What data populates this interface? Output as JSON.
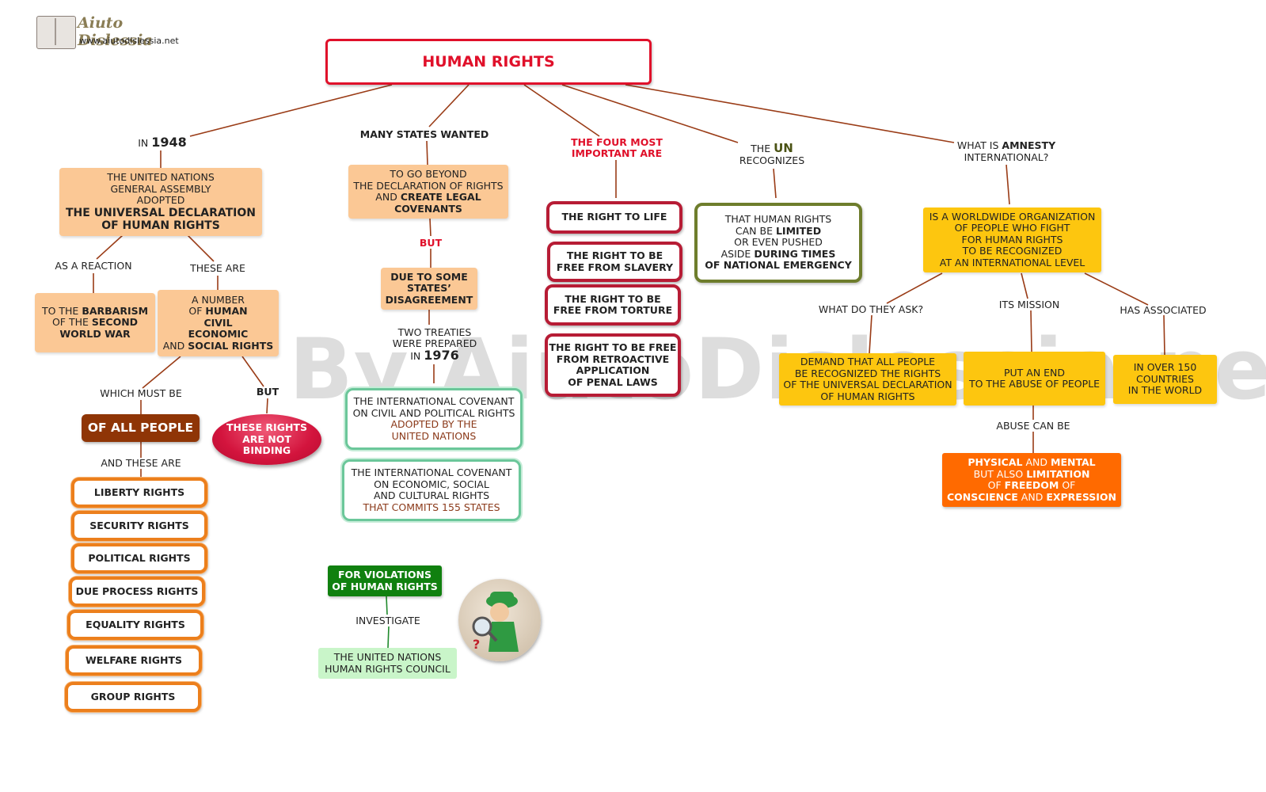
{
  "logo": {
    "title": "Aiuto Dislessia",
    "url": "www.aiutodislessia.net"
  },
  "watermark": "By AiutoDislessia.net",
  "title": "HUMAN RIGHTS",
  "branch1948": {
    "label_pre": "IN",
    "label_year": "1948",
    "box_l1": "THE UNITED NATIONS",
    "box_l2": "GENERAL ASSEMBLY",
    "box_l3": "ADOPTED",
    "box_b1": "THE UNIVERSAL DECLARATION",
    "box_b2": "OF HUMAN RIGHTS",
    "reaction_label": "AS A REACTION",
    "reaction_box": {
      "a": "TO THE",
      "b": "BARBARISM",
      "c": "OF THE",
      "d": "SECOND",
      "e": "WORLD WAR"
    },
    "these_are": "THESE ARE",
    "number_box": {
      "a": "A NUMBER",
      "b": "OF",
      "c": "HUMAN",
      "d": "CIVIL",
      "e": "ECONOMIC",
      "f": "AND",
      "g": "SOCIAL RIGHTS"
    },
    "which_must_be": "WHICH MUST BE",
    "but": "BUT",
    "of_all_people": "OF ALL PEOPLE",
    "not_binding": {
      "l1": "THESE RIGHTS",
      "l2": "ARE NOT",
      "l3": "BINDING"
    },
    "and_these_are": "AND THESE ARE",
    "rights": [
      "LIBERTY RIGHTS",
      "SECURITY RIGHTS",
      "POLITICAL RIGHTS",
      "DUE PROCESS RIGHTS",
      "EQUALITY RIGHTS",
      "WELFARE RIGHTS",
      "GROUP RIGHTS"
    ]
  },
  "states": {
    "label": "MANY STATES WANTED",
    "box": {
      "l1": "TO GO BEYOND",
      "l2": "THE DECLARATION OF RIGHTS",
      "l3a": "AND",
      "l3b": "CREATE LEGAL",
      "l4": "COVENANTS"
    },
    "but": "BUT",
    "disagreement": {
      "l1": "DUE TO SOME",
      "l2": "STATES’",
      "l3": "DISAGREEMENT"
    },
    "treaties": {
      "l1": "TWO TREATIES",
      "l2": "WERE PREPARED",
      "l3a": "IN",
      "l3b": "1976"
    },
    "covenant1": {
      "l1": "THE INTERNATIONAL COVENANT",
      "l2": "ON CIVIL AND POLITICAL RIGHTS",
      "l3": "ADOPTED BY THE",
      "l4": "UNITED NATIONS"
    },
    "covenant2": {
      "l1": "THE INTERNATIONAL COVENANT",
      "l2": "ON ECONOMIC, SOCIAL",
      "l3": "AND CULTURAL RIGHTS",
      "l4": "THAT COMMITS 155 STATES"
    },
    "violations": {
      "l1": "FOR VIOLATIONS",
      "l2": "OF HUMAN RIGHTS"
    },
    "investigate": "INVESTIGATE",
    "council": {
      "l1": "THE UNITED NATIONS",
      "l2": "HUMAN RIGHTS COUNCIL"
    }
  },
  "four": {
    "label_l1": "THE FOUR MOST",
    "label_l2": "IMPORTANT ARE",
    "items": [
      {
        "l1": "THE RIGHT TO LIFE"
      },
      {
        "l1": "THE RIGHT TO BE",
        "l2": "FREE FROM SLAVERY"
      },
      {
        "l1": "THE RIGHT TO BE",
        "l2": "FREE FROM TORTURE"
      },
      {
        "l1": "THE RIGHT TO BE FREE",
        "l2": "FROM RETROACTIVE",
        "l3": "APPLICATION",
        "l4": "OF PENAL LAWS"
      }
    ]
  },
  "un": {
    "label_pre": "THE",
    "label_un": "UN",
    "label_l2": "RECOGNIZES",
    "box": {
      "l1": "THAT HUMAN RIGHTS",
      "l2a": "CAN BE",
      "l2b": "LIMITED",
      "l3": "OR EVEN PUSHED",
      "l4a": "ASIDE",
      "l4b": "DURING TIMES",
      "l5": "OF NATIONAL EMERGENCY"
    }
  },
  "amnesty": {
    "label_pre": "WHAT IS",
    "label_b": "AMNESTY",
    "label_l2": "INTERNATIONAL?",
    "box": {
      "l1": "IS A WORLDWIDE ORGANIZATION",
      "l2": "OF PEOPLE WHO FIGHT",
      "l3": "FOR HUMAN RIGHTS",
      "l4": "TO BE RECOGNIZED",
      "l5": "AT AN INTERNATIONAL LEVEL"
    },
    "ask_label": "WHAT DO THEY ASK?",
    "mission_label": "ITS MISSION",
    "assoc_label": "HAS ASSOCIATED",
    "demand": {
      "l1": "DEMAND THAT ALL PEOPLE",
      "l2": "BE RECOGNIZED THE RIGHTS",
      "l3": "OF THE UNIVERSAL DECLARATION",
      "l4": "OF HUMAN RIGHTS"
    },
    "end": {
      "l1": "PUT AN END",
      "l2": "TO THE ABUSE OF PEOPLE"
    },
    "countries": {
      "l1": "IN OVER 150",
      "l2": "COUNTRIES",
      "l3": "IN THE WORLD"
    },
    "abuse_label": "ABUSE CAN BE",
    "abuse": {
      "a": "PHYSICAL",
      "b": "AND",
      "c": "MENTAL",
      "d": "BUT ALSO",
      "e": "LIMITATION",
      "f": "OF",
      "g": "FREEDOM",
      "h": "OF",
      "i": "CONSCIENCE",
      "j": "AND",
      "k": "EXPRESSION"
    }
  },
  "colors": {
    "line_brown": "#9a3c17",
    "line_green": "#1f8a2c",
    "title_red": "#e0102a",
    "peach": "#fbc895",
    "yellow": "#fdc60f",
    "orange": "#ff6a00",
    "dark_brown": "#8f3506",
    "green": "#10800f",
    "light_green": "#c9f5c9"
  }
}
